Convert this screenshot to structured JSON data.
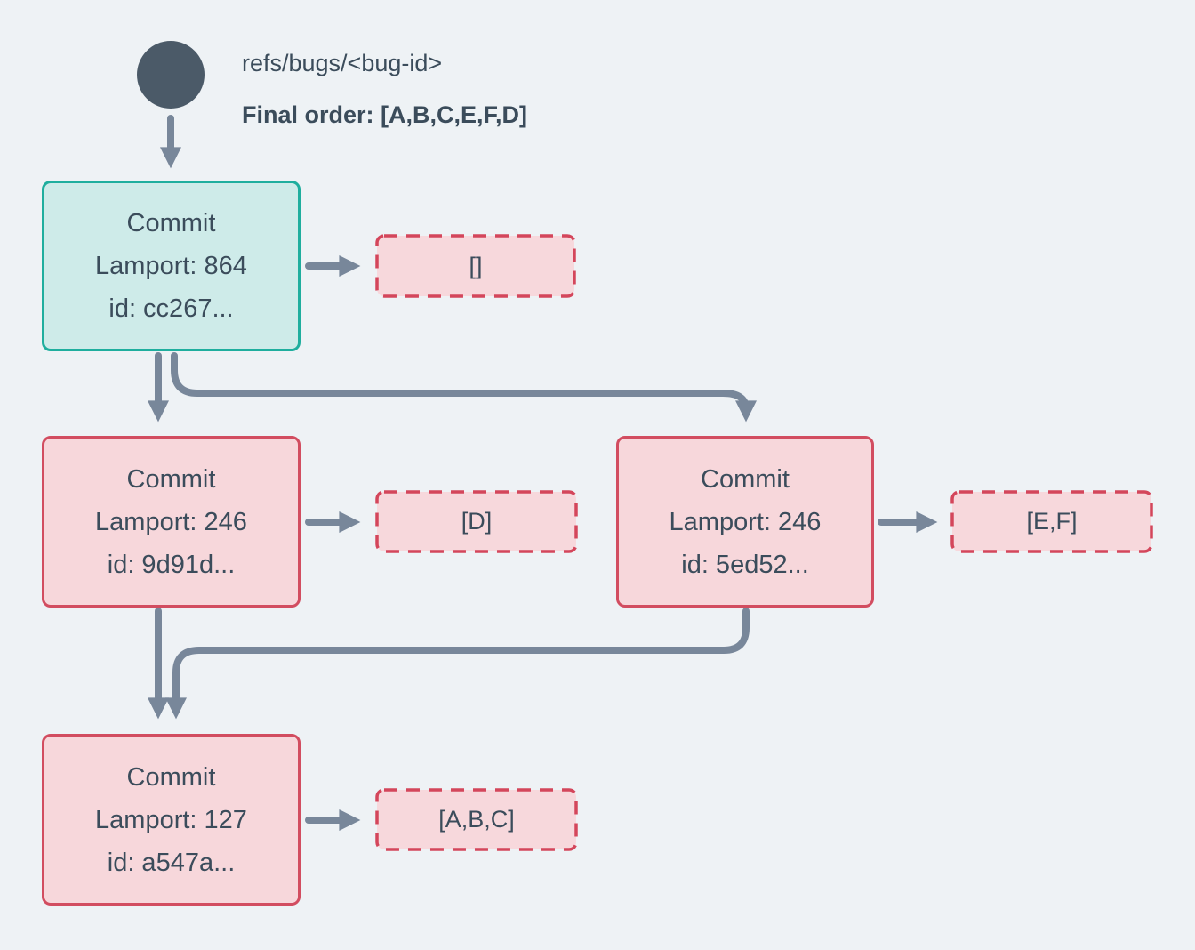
{
  "header": {
    "ref_label": "refs/bugs/<bug-id>",
    "final_order_label": "Final order: [A,B,C,E,F,D]"
  },
  "commits": [
    {
      "title": "Commit",
      "lamport": "Lamport: 864",
      "id_line": "id: cc267...",
      "ops": "[]"
    },
    {
      "title": "Commit",
      "lamport": "Lamport: 246",
      "id_line": "id: 9d91d...",
      "ops": "[D]"
    },
    {
      "title": "Commit",
      "lamport": "Lamport: 246",
      "id_line": "id: 5ed52...",
      "ops": "[E,F]"
    },
    {
      "title": "Commit",
      "lamport": "Lamport: 127",
      "id_line": "id: a547a...",
      "ops": "[A,B,C]"
    }
  ],
  "colors": {
    "background": "#eef2f5",
    "text": "#3b4c5b",
    "arrow": "#78879a",
    "ref_dot": "#4b5a68",
    "resolved_border": "#1fae9e",
    "resolved_fill": "#ceebe9",
    "conflict_border": "#d24d60",
    "conflict_fill": "#f7d7db",
    "ops_border": "#d4465b",
    "ops_fill": "#f7d8dc"
  }
}
